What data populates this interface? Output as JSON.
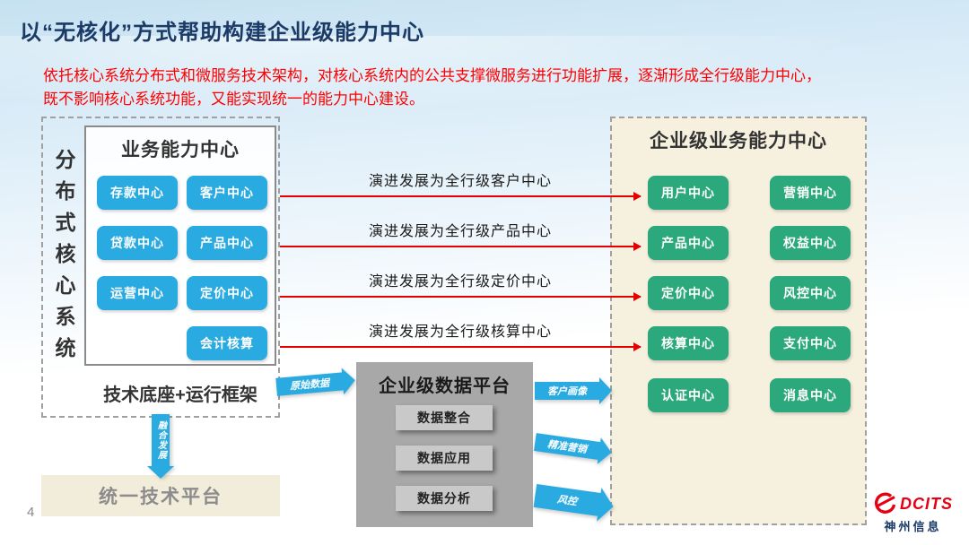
{
  "slide": {
    "title": "以“无核化”方式帮助构建企业级能力中心",
    "subtitle_line1": "依托核心系统分布式和微服务技术架构，对核心系统内的公共支撑微服务进行功能扩展，逐渐形成全行级能力中心，",
    "subtitle_line2": "既不影响核心系统功能，又能实现统一的能力中心建设。",
    "page_number": "4"
  },
  "core_system": {
    "vertical_label": "分布式核心系统",
    "business_center": {
      "title": "业务能力中心",
      "left_column": [
        "存款中心",
        "贷款中心",
        "运营中心"
      ],
      "right_column": [
        "客户中心",
        "产品中心",
        "定价中心",
        "会计核算"
      ]
    },
    "tech_base_label": "技术底座+运行框架"
  },
  "evolution_arrows": [
    "演进发展为全行级客户中心",
    "演进发展为全行级产品中心",
    "演进发展为全行级定价中心",
    "演进发展为全行级核算中心"
  ],
  "enterprise_center": {
    "title": "企业级业务能力中心",
    "left_column": [
      "用户中心",
      "产品中心",
      "定价中心",
      "核算中心",
      "认证中心"
    ],
    "right_column": [
      "营销中心",
      "权益中心",
      "风控中心",
      "支付中心",
      "消息中心"
    ]
  },
  "data_platform": {
    "title": "企业级数据平台",
    "items": [
      "数据整合",
      "数据应用",
      "数据分析"
    ],
    "input_arrow_label": "原始数据",
    "output_arrow_labels": [
      "客户画像",
      "精准营销",
      "风控"
    ]
  },
  "unified_platform": {
    "label": "统一技术平台",
    "fusion_arrow_label": "融合发展"
  },
  "logo": {
    "brand": "DCITS",
    "company": "神州信息"
  },
  "colors": {
    "accent_blue": "#29ABE2",
    "accent_green": "#2BA87C",
    "arrow_red": "#E60000",
    "title_navy": "#1C3A66",
    "subtitle_red": "#FF0000",
    "beige": "#F2ECDA",
    "panel_gray": "#A8A8A8"
  }
}
